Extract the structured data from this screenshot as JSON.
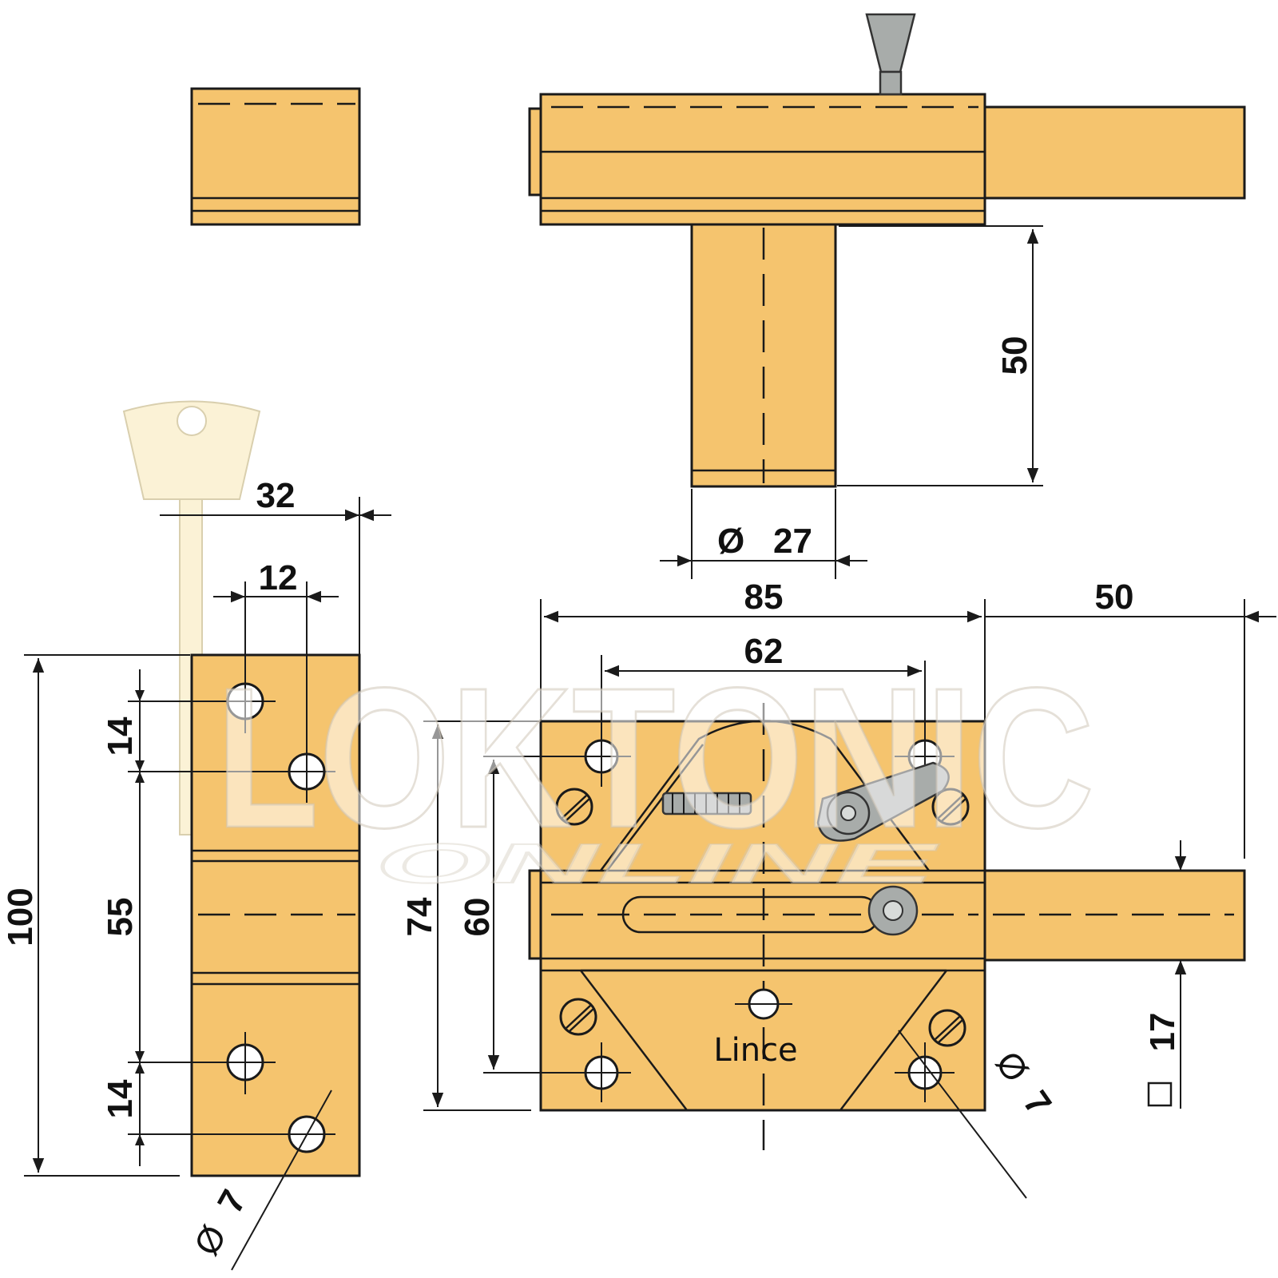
{
  "dimensions": {
    "side_width": "32",
    "side_hole_spacing": "12",
    "total_height": "100",
    "hole_pitch_top": "14",
    "hole_gap": "55",
    "hole_pitch_bottom": "14",
    "side_hole_diameter": "7",
    "cylinder_length": "50",
    "cylinder_diameter": "27",
    "case_width": "85",
    "hole_spacing": "62",
    "bolt_throw": "50",
    "case_height": "74",
    "mounting_height": "60",
    "bolt_section": "17",
    "front_hole_diameter": "7"
  },
  "symbols": {
    "diameter": "Ø",
    "square": "□"
  },
  "brand_label": "Lince",
  "watermark": {
    "main": "LOKTONIC",
    "sub": "ONLINE"
  },
  "colors": {
    "brass": "#f5c46e",
    "outline": "#1a1a1a",
    "steel": "#a8acaa",
    "key": "#fbf2d6"
  }
}
